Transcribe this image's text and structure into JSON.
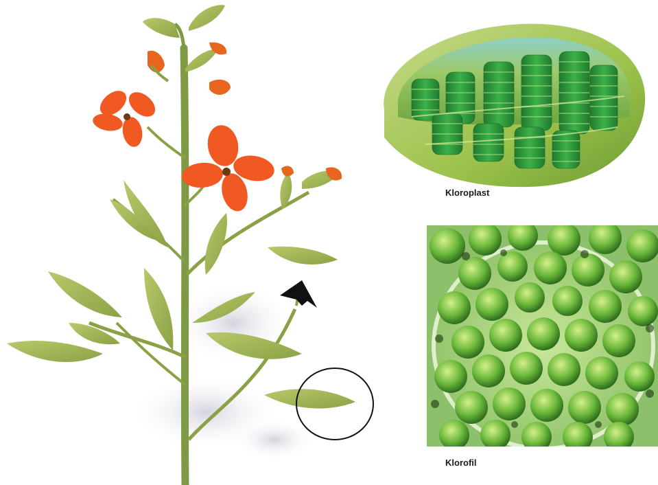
{
  "captions": {
    "chloroplast": "Kloroplast",
    "chlorophyll": "Klorofil"
  },
  "colors": {
    "stem": "#7f9a45",
    "leaf": "#a3b85a",
    "leaf_dark": "#6f8a35",
    "petal": "#f05a22",
    "bud": "#e8651f",
    "chloroplast_outer": "#9bc24a",
    "grana": "#2f9a3c",
    "cell_background": "#9fd07a",
    "arrow": "#111111"
  },
  "annotations": {
    "circle_highlight": "leaf-highlight-circle",
    "arrow": "arrow-pointer-icon"
  }
}
